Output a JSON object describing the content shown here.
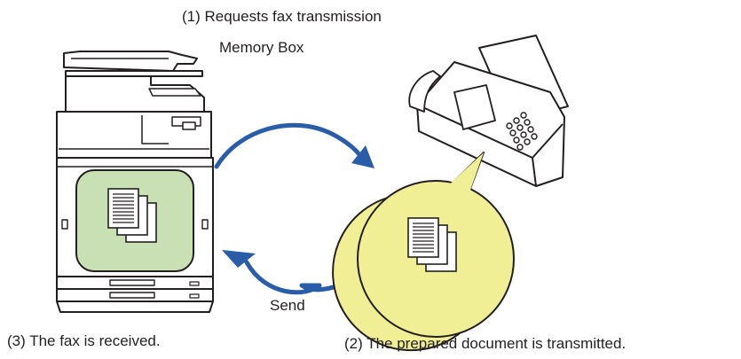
{
  "labels": {
    "request": "(1) Requests fax transmission",
    "memory_box": "Memory Box",
    "send": "Send",
    "received": "(3) The fax is received.",
    "transmitted": "(2) The prepared document is transmitted."
  },
  "colors": {
    "arrow": "#2a5da8",
    "memory_box_fill": "#c8e0b3",
    "bubble_fill": "#f0ef96",
    "outline": "#231f20",
    "device_fill": "#ffffff"
  },
  "icons": {
    "mfp": "multifunction-printer-icon",
    "fax": "fax-machine-icon",
    "doc_stack": "document-stack-icon"
  }
}
